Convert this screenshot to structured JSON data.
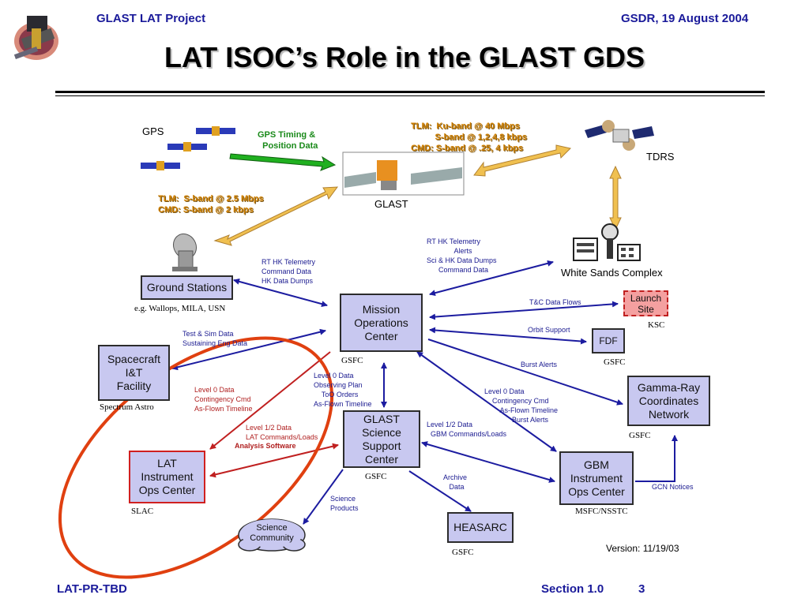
{
  "header": {
    "left": "GLAST LAT Project",
    "right": "GSDR, 19 August 2004",
    "title": "LAT ISOC’s Role in the GLAST GDS"
  },
  "nodes": {
    "gps": "GPS",
    "glast": "GLAST",
    "tdrs": "TDRS",
    "white_sands": "White Sands Complex",
    "ground_stations": "Ground Stations",
    "ground_stations_note": "e.g. Wallops, MILA, USN",
    "moc": "Mission\nOperations\nCenter",
    "moc_loc": "GSFC",
    "launch_site": "Launch\nSite",
    "launch_loc": "KSC",
    "fdf": "FDF",
    "fdf_loc": "GSFC",
    "spacecraft_it": "Spacecraft\nI&T\nFacility",
    "spacecraft_loc": "Spectrum Astro",
    "gcn": "Gamma-Ray\nCoordinates\nNetwork",
    "gcn_loc": "GSFC",
    "gssc": "GLAST\nScience\nSupport\nCenter",
    "gssc_loc": "GSFC",
    "lat_ioc": "LAT\nInstrument\nOps Center",
    "lat_loc": "SLAC",
    "gbm_ioc": "GBM\nInstrument\nOps Center",
    "gbm_loc": "MSFC/NSSTC",
    "heasarc": "HEASARC",
    "heasarc_loc": "GSFC",
    "science_community": "Science\nCommunity"
  },
  "links": {
    "gps_timing": "GPS Timing &\n  Position Data",
    "tdrs_link": "TLM:  Ku-band @ 40 Mbps\n          S-band @ 1,2,4,8 kbps\nCMD: S-band @ .25, 4 kbps",
    "ground_link": "TLM:  S-band @ 2.5 Mbps\nCMD: S-band @ 2 kbps",
    "wsc_moc": "RT HK Telemetry\n              Alerts\nSci & HK Data Dumps\n      Command Data",
    "gs_moc": "RT HK Telemetry\nCommand Data\nHK Data Dumps",
    "tc_flows": "T&C Data Flows",
    "orbit_support": "Orbit Support",
    "burst_alerts": "Burst Alerts",
    "test_sim": "Test & Sim Data\nSustaining Eng Data",
    "moc_gssc": "Level 0 Data\nObserving Plan\n    ToO Orders\nAs-Flown Timeline",
    "moc_lat": "Level 0 Data\nContingency Cmd\nAs-Flown Timeline",
    "moc_gbm": "Level 0 Data\n    Contingency Cmd\n        As-Flown Timeline\n              Burst Alerts",
    "gssc_lat_1": "Level 1/2 Data\nLAT Commands/Loads",
    "gssc_lat_2": "Analysis Software",
    "gssc_gbm": "Level 1/2 Data\n  GBM Commands/Loads",
    "archive": "Archive\n   Data",
    "science_products": "Science\nProducts",
    "gcn_notices": "GCN Notices"
  },
  "footer": {
    "version": "Version: 11/19/03",
    "doc_id": "LAT-PR-TBD",
    "section": "Section 1.0",
    "page": "3"
  },
  "colors": {
    "header_text": "#1a1a9a",
    "box_fill": "#c8c8f0",
    "arrow_blue": "#1c1ca0",
    "arrow_red": "#c02020",
    "highlight_oval": "#e04010",
    "launch_fill": "#f4a0a0",
    "link_orange": "#f0c050",
    "link_green": "#20b020"
  }
}
